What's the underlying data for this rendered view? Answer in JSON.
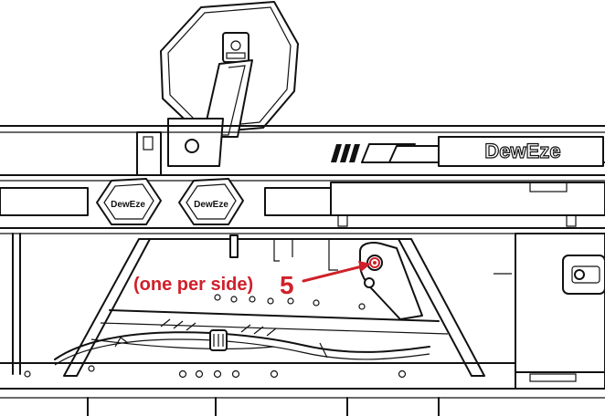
{
  "diagram": {
    "brand_main": "DewEze",
    "brand_badge_left": "DewEze",
    "brand_badge_right": "DewEze",
    "callout_number": "5",
    "callout_note": "(one per side)",
    "callout_color": "#d0202a",
    "line_color": "#111111"
  }
}
